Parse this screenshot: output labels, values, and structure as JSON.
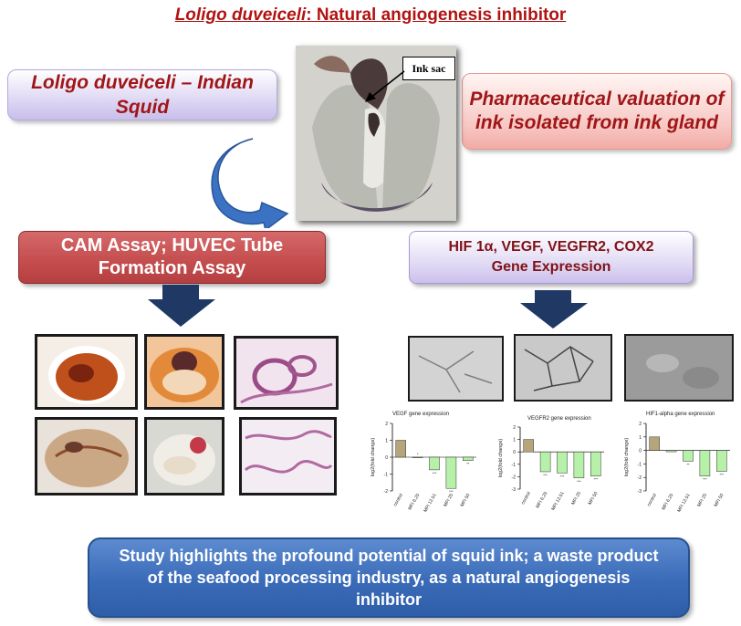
{
  "title": {
    "species": "Loligo duveiceli",
    "rest": ": Natural angiogenesis inhibitor"
  },
  "boxes": {
    "squid": "Loligo duveiceli – Indian Squid",
    "pharma": "Pharmaceutical valuation of ink isolated from ink gland",
    "cam": "CAM Assay; HUVEC Tube Formation Assay",
    "hif_line1": "HIF 1α, VEGF, VEGFR2, COX2",
    "hif_line2": "Gene Expression",
    "study": "Study highlights the profound potential of squid ink; a waste product of the seafood processing industry, as a natural angiogenesis inhibitor"
  },
  "ink_label": "Ink sac",
  "colors": {
    "title_red": "#b11313",
    "arrow_blue": "#3c72c4",
    "arrow_navy": "#1f3864",
    "bar_control": "#b5a57a",
    "bar_treat": "#b7f0a8"
  },
  "chart_data": [
    {
      "type": "bar",
      "title": "VEGF gene expression",
      "ylabel": "log2(fold change)",
      "ylim": [
        -2,
        2
      ],
      "yticks": [
        "2",
        "1",
        "0",
        "-1",
        "-2"
      ],
      "categories": [
        "control",
        "MFI 6.25",
        "MFI 12.51",
        "MFI 25",
        "MFI 50"
      ],
      "values": [
        1.0,
        0.0,
        -0.75,
        -1.85,
        -0.2
      ],
      "sig": [
        "",
        "*",
        "***",
        "***",
        "**"
      ]
    },
    {
      "type": "bar",
      "title": "VEGFR2 gene expression",
      "ylabel": "log2(fold change)",
      "ylim": [
        -3,
        2
      ],
      "yticks": [
        "2",
        "1",
        "0",
        "-1",
        "-2",
        "-3"
      ],
      "categories": [
        "control",
        "MFI 6.25",
        "MFI 12.51",
        "MFI 25",
        "MFI 50"
      ],
      "values": [
        1.0,
        -1.6,
        -1.7,
        -2.1,
        -1.95
      ],
      "sig": [
        "",
        "***",
        "***",
        "***",
        "***"
      ]
    },
    {
      "type": "bar",
      "title": "HIF1-alpha gene expression",
      "ylabel": "log2(fold change)",
      "ylim": [
        -3,
        2
      ],
      "yticks": [
        "2",
        "1",
        "0",
        "-1",
        "-2",
        "-3"
      ],
      "categories": [
        "control",
        "MFI 6.25",
        "MFI 12.51",
        "MFI 25",
        "MFI 50"
      ],
      "values": [
        1.0,
        -0.1,
        -0.8,
        -1.9,
        -1.55
      ],
      "sig": [
        "",
        "",
        "**",
        "***",
        "***"
      ]
    }
  ]
}
